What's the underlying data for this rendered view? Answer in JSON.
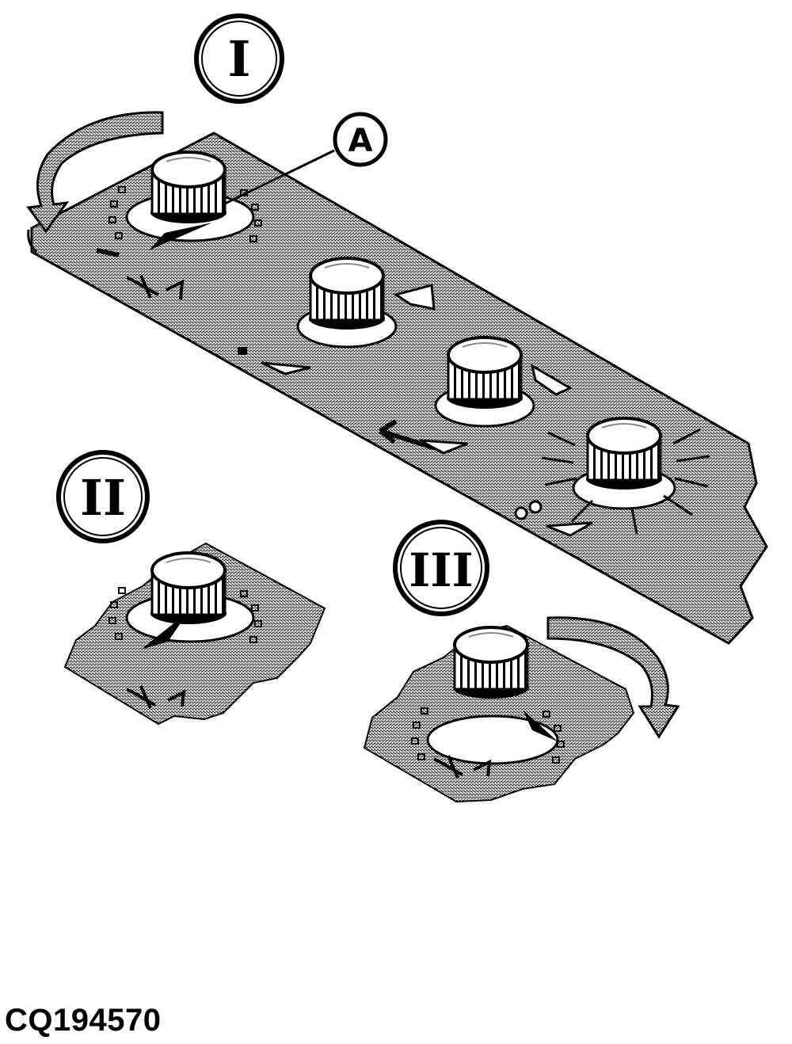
{
  "figure": {
    "id": "CQ194570",
    "callouts": {
      "step1": "I",
      "step2": "II",
      "step3": "III",
      "pointer_a": "A"
    },
    "colors": {
      "panel_fill": "#b9b9b9",
      "ink": "#000000",
      "paper": "#ffffff"
    },
    "icons": [
      "rotate-counterclockwise-arrow-icon",
      "rotate-clockwise-arrow-icon",
      "control-knob-icon"
    ]
  }
}
